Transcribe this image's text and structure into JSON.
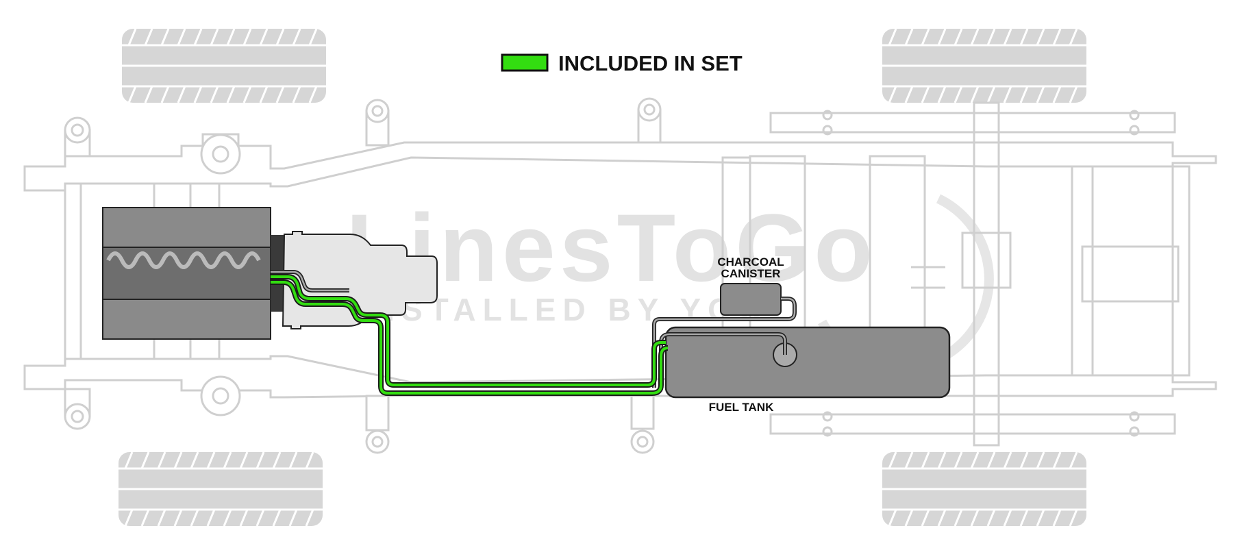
{
  "legend": {
    "label": "INCLUDED IN SET",
    "swatch_color": "#33dd11"
  },
  "watermark": {
    "brand": "LinesToGo",
    "tagline": "INSTALLED BY YOU"
  },
  "components": {
    "charcoal_canister": [
      "CHARCOAL",
      "CANISTER"
    ],
    "fuel_tank": "FUEL TANK"
  },
  "colors": {
    "included_line": "#33dd11",
    "other_line": "#444444",
    "frame": "#cfcfcf",
    "engine": "#777777",
    "tank": "#8c8c8c"
  }
}
